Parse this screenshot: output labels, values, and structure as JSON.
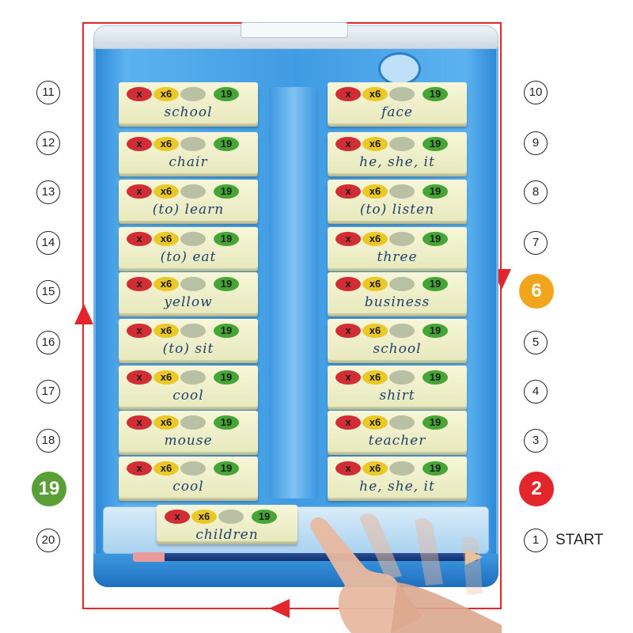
{
  "compartments": [
    {
      "number": "1",
      "label": "START"
    },
    {
      "number": "2"
    },
    {
      "number": "3"
    },
    {
      "number": "4"
    },
    {
      "number": "5"
    },
    {
      "number": "6"
    },
    {
      "number": "7"
    },
    {
      "number": "8"
    },
    {
      "number": "9"
    },
    {
      "number": "10"
    },
    {
      "number": "11"
    },
    {
      "number": "12"
    },
    {
      "number": "13"
    },
    {
      "number": "14"
    },
    {
      "number": "15"
    },
    {
      "number": "16"
    },
    {
      "number": "17"
    },
    {
      "number": "18"
    },
    {
      "number": "19"
    },
    {
      "number": "20"
    }
  ],
  "highlight_colors": {
    "two": "#e2262b",
    "six": "#f2a51c",
    "nineteen": "#5a9f35",
    "path": "#e2262b"
  },
  "left_cards": [
    "school",
    "chair",
    "(to) learn",
    "(to) eat",
    "yellow",
    "(to) sit",
    "cool",
    "mouse",
    "cool"
  ],
  "right_cards": [
    "face",
    "he, she, it",
    "(to) listen",
    "three",
    "business",
    "school",
    "shirt",
    "teacher",
    "he, she, it"
  ],
  "front_card": "children",
  "dot_labels": {
    "red": "x",
    "yellow": "x6",
    "green": "19"
  }
}
